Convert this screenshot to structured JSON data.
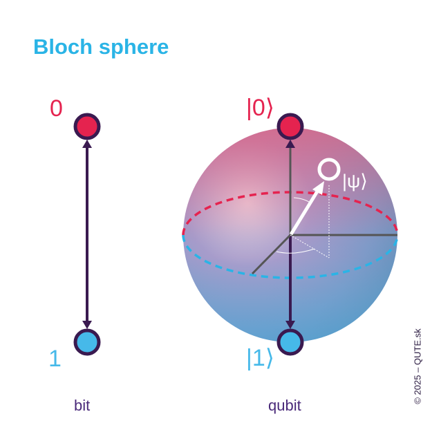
{
  "title": "Bloch sphere",
  "bit": {
    "label": "bit",
    "state0": "0",
    "state1": "1"
  },
  "qubit": {
    "label": "qubit",
    "state0": "|0⟩",
    "state1": "|1⟩",
    "psi": "|ψ⟩"
  },
  "copyright": "© 2025 – QUTE.sk",
  "colors": {
    "title": "#2ab4e6",
    "red": "#e5234f",
    "blue": "#46b9e9",
    "dark": "#3a1a50",
    "label": "#4a2a7a"
  }
}
